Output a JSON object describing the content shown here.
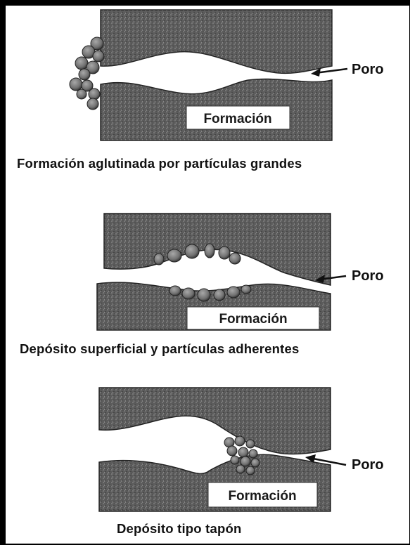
{
  "panels": [
    {
      "caption": "Formación aglutinada por partículas grandes",
      "formation_label": "Formación",
      "pore_label": "Poro"
    },
    {
      "caption": "Depósito superficial y partículas adherentes",
      "formation_label": "Formación",
      "pore_label": "Poro"
    },
    {
      "caption": "Depósito tipo tapón",
      "formation_label": "Formación",
      "pore_label": "Poro"
    }
  ],
  "colors": {
    "rock": "#5e5e5e",
    "rock_dark": "#3a3a3a",
    "particle": "#7a7a7a",
    "background": "#ffffff",
    "border": "#000000"
  }
}
